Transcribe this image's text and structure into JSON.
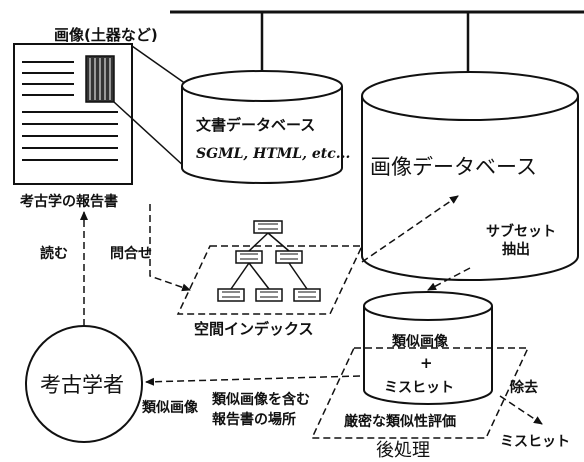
{
  "labels": {
    "image_pottery": "画像(土器など)",
    "report": "考古学の報告書",
    "read": "読む",
    "query": "問合せ",
    "doc_db_title": "文書データベース",
    "doc_db_formats": "SGML, HTML, etc...",
    "image_db": "画像データベース",
    "subset_line1": "サブセット",
    "subset_line2": "抽出",
    "spatial_index": "空間インデックス",
    "similar_line1": "類似画像",
    "similar_plus": "+",
    "similar_line2": "ミスヒット",
    "archaeologist": "考古学者",
    "similar_images": "類似画像",
    "report_loc_line1": "類似画像を含む",
    "report_loc_line2": "報告書の場所",
    "strict_eval": "厳密な類似性評価",
    "postprocess": "後処理",
    "remove": "除去",
    "mishit": "ミスヒット"
  }
}
